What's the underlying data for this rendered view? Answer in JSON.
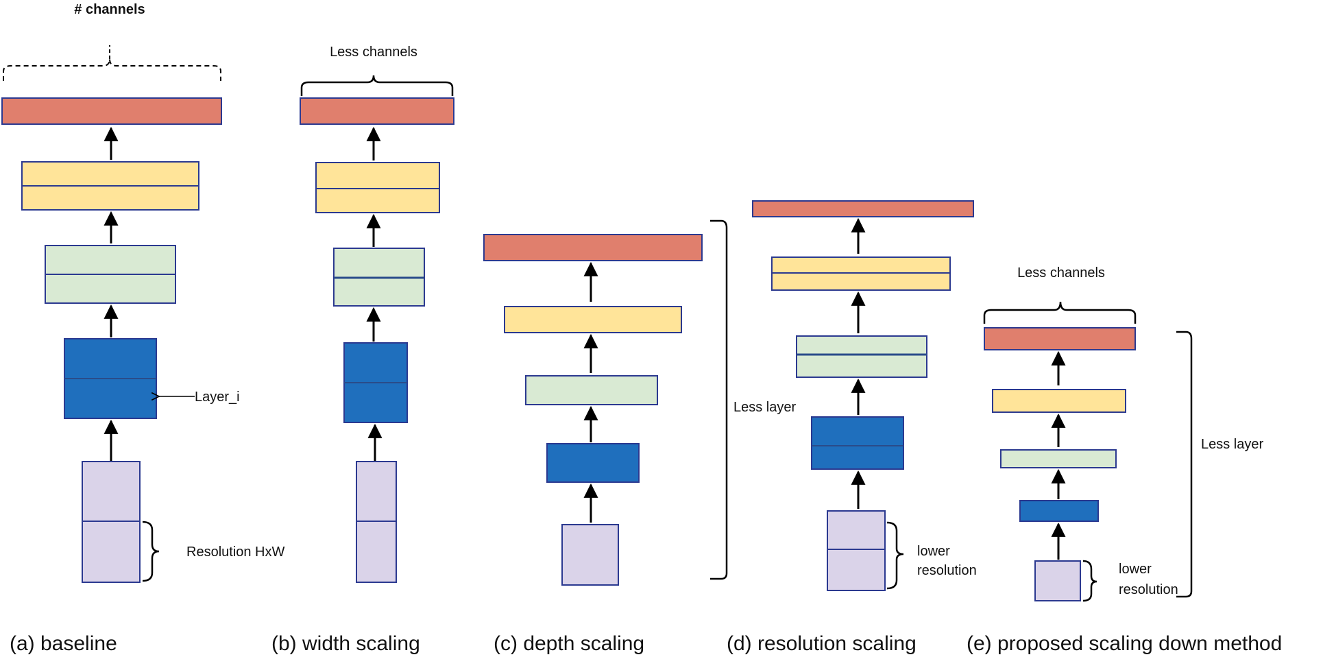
{
  "colors": {
    "output": "#E07F6D",
    "yellow": "#FFE499",
    "green": "#D9EAD3",
    "blue": "#1F6FBD",
    "blue_divider": "#2A4C8A",
    "purple": "#DAD3E9",
    "border": "#2B3990",
    "line": "#000000"
  },
  "panels": [
    {
      "id": "a",
      "caption": "(a) baseline",
      "top_label": "# channels",
      "top_brace_style": "dashed",
      "side_labels": {
        "layer": "Layer_i",
        "resolution": "Resolution HxW"
      }
    },
    {
      "id": "b",
      "caption": "(b) width scaling",
      "top_label": "Less channels",
      "top_brace_style": "solid"
    },
    {
      "id": "c",
      "caption": "(c) depth scaling",
      "side_label": "Less layer"
    },
    {
      "id": "d",
      "caption": "(d) resolution scaling",
      "resolution_label": [
        "lower",
        "resolution"
      ]
    },
    {
      "id": "e",
      "caption": "(e) proposed scaling down method",
      "top_label": "Less channels",
      "top_brace_style": "solid",
      "side_label": "Less layer",
      "resolution_label": [
        "lower",
        "resolution"
      ]
    }
  ]
}
